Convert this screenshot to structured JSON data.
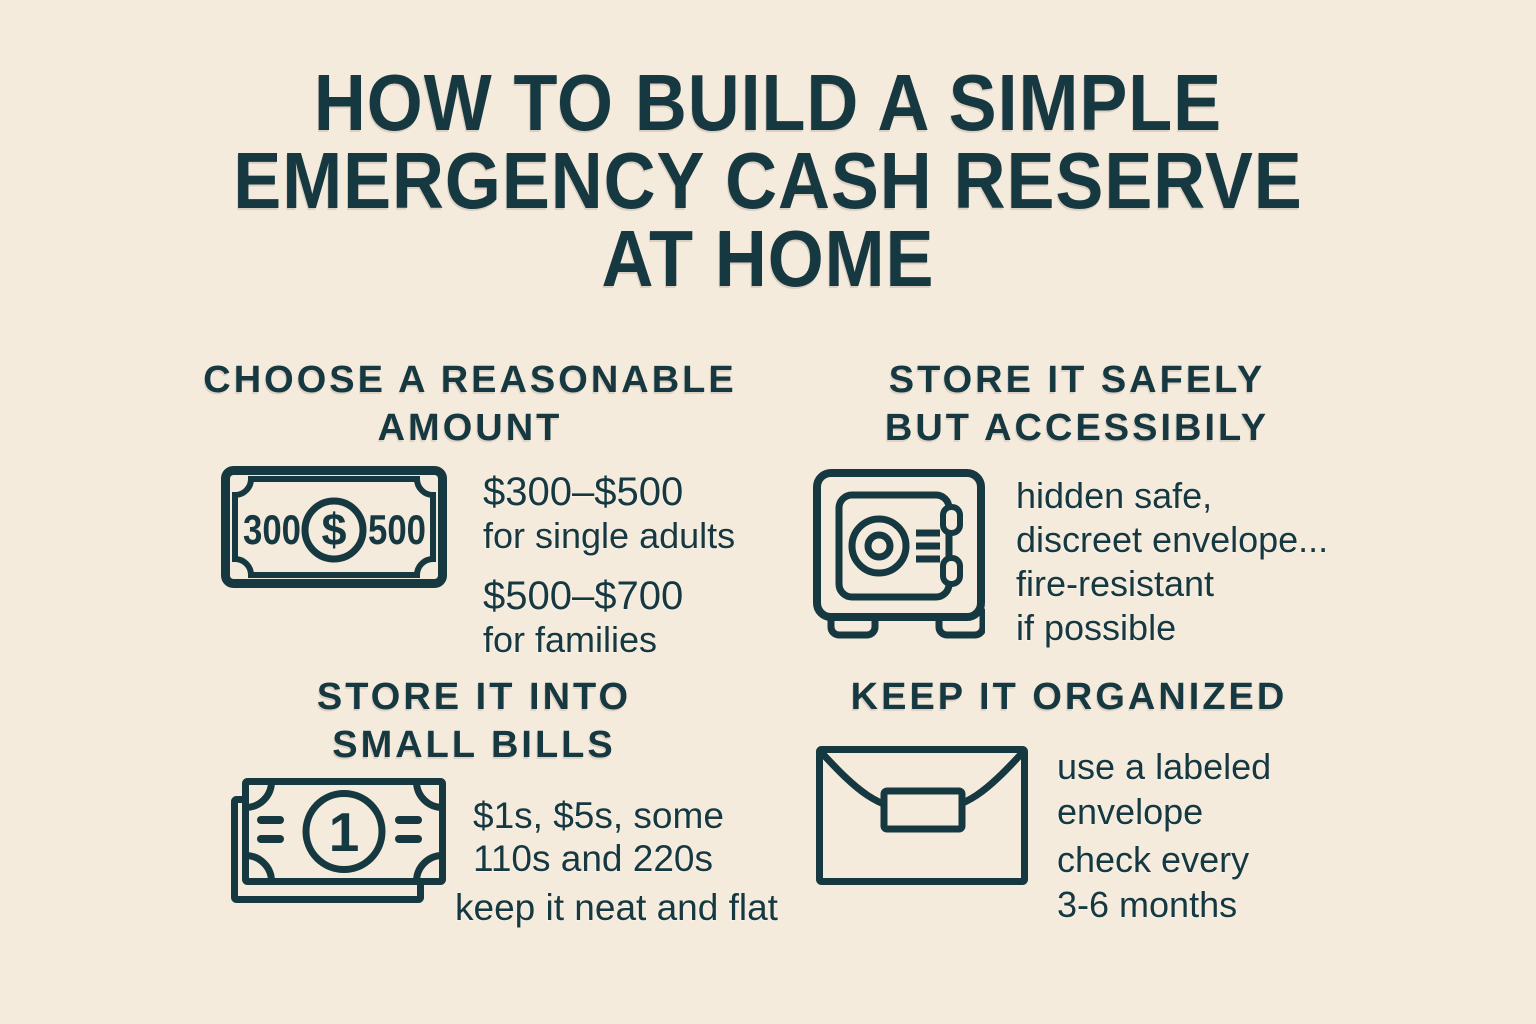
{
  "colors": {
    "background": "#f5ebdd",
    "ink": "#163840"
  },
  "title": {
    "line1": "HOW TO BUILD A SIMPLE",
    "line2": "EMERGENCY CASH RESERVE",
    "line3": "AT HOME"
  },
  "sections": {
    "choose_amount": {
      "heading1": "CHOOSE A REASONABLE",
      "heading2": "AMOUNT",
      "icon": {
        "name": "banknote-icon",
        "left_value": "300",
        "symbol": "$",
        "right_value": "500"
      },
      "range1": "$300–$500",
      "range1_detail": "for single adults",
      "range2": "$500–$700",
      "range2_detail": "for families"
    },
    "store_safely": {
      "heading1": "STORE IT SAFELY",
      "heading2": "BUT ACCESSIBILY",
      "icon": {
        "name": "safe-icon"
      },
      "line1": "hidden safe,",
      "line2": "discreet envelope...",
      "line3": "fire-resistant",
      "line4": "if possible"
    },
    "small_bills": {
      "heading1": "STORE IT INTO",
      "heading2": "SMALL BILLS",
      "icon": {
        "name": "bills-icon",
        "value": "1"
      },
      "line1": "$1s, $5s, some",
      "line2": "110s and 220s",
      "footnote": "keep it neat and flat"
    },
    "keep_organized": {
      "heading1": "KEEP IT ORGANIZED",
      "icon": {
        "name": "envelope-icon"
      },
      "line1": "use a labeled",
      "line2": "envelope",
      "line3": "check every",
      "line4": "3-6 months"
    }
  }
}
